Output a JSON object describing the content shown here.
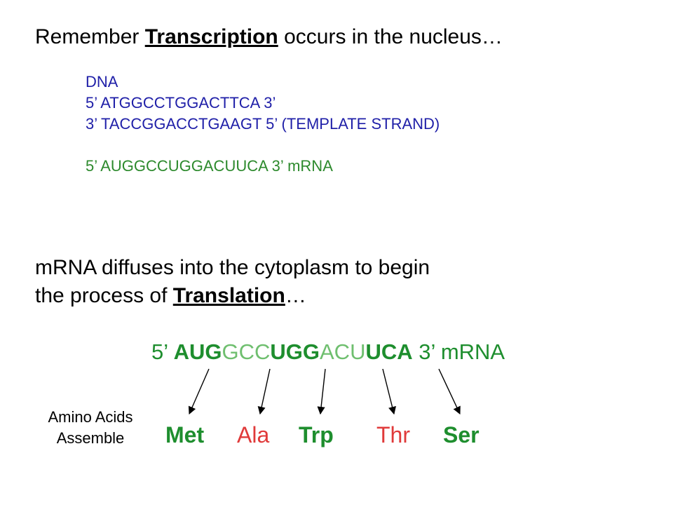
{
  "title": {
    "prefix": "Remember ",
    "keyword": "Transcription",
    "suffix": " occurs in the nucleus…"
  },
  "dna": {
    "label": "DNA",
    "coding": "5’  ATGGCCTGGACTTCA  3’",
    "template": "3’  TACCGGACCTGAAGT  5’   (TEMPLATE STRAND)",
    "mrna": "5’ AUGGCCUGGACUUCA  3’   mRNA"
  },
  "translation": {
    "line1": "mRNA diffuses into the cytoplasm to begin",
    "line2_prefix": "the process of ",
    "keyword": "Translation",
    "line2_suffix": "…"
  },
  "codons": {
    "prefix": "5’ ",
    "parts": [
      "AUG",
      "GCC",
      "UGG",
      "ACU",
      "UCA"
    ],
    "suffix": "  3’   mRNA"
  },
  "amino_acids": {
    "label_line1": "Amino Acids",
    "label_line2": "Assemble",
    "items": [
      "Met",
      "Ala",
      "Trp",
      "Thr",
      "Ser"
    ]
  },
  "colors": {
    "dna": "#1f1fa8",
    "mrna": "#2d8a2d",
    "codon_dark": "#1e8e2e",
    "codon_light": "#6fbf6f",
    "amino_red": "#e03a3a"
  }
}
